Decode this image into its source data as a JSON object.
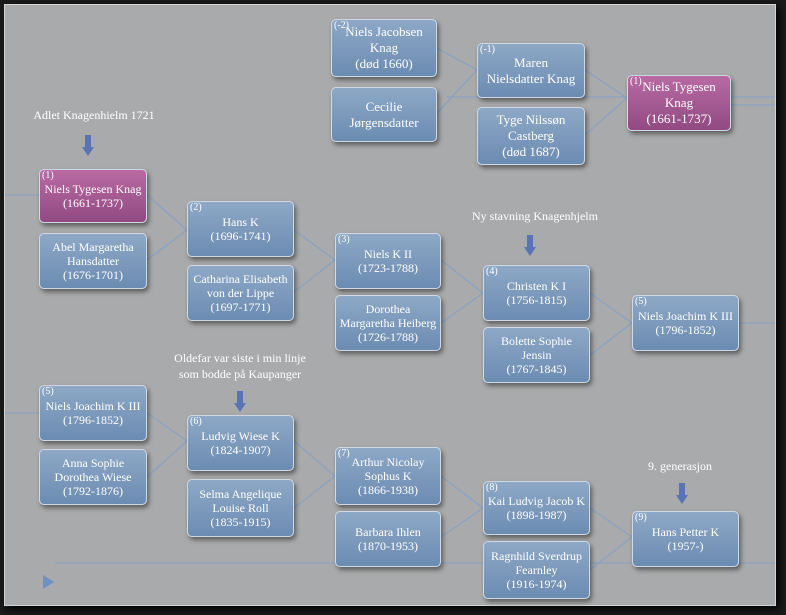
{
  "colors": {
    "box": "#7a98bd",
    "box_pink": "#a85896",
    "line": "#8aa3c0",
    "arrow": "#5a73b5",
    "background": "#a9aaab"
  },
  "notes": {
    "adlet": "Adlet Knagenhielm 1721",
    "stavning": "Ny stavning Knagenhjelm",
    "oldefar_1": "Oldefar var siste i min linje",
    "oldefar_2": "som bodde på Kaupanger",
    "generasjon": "9. generasjon"
  },
  "boxes": {
    "niels_jacobsen": {
      "gen": "(-2)",
      "lines": [
        "Niels Jacobsen",
        "Knag",
        "(død 1660)"
      ]
    },
    "cecilie": {
      "gen": "",
      "lines": [
        "Cecilie",
        "Jørgensdatter"
      ]
    },
    "maren": {
      "gen": "(-1)",
      "lines": [
        "Maren",
        "Nielsdatter Knag"
      ]
    },
    "tyge": {
      "gen": "",
      "lines": [
        "Tyge Nilssøn",
        "Castberg",
        "(død 1687)"
      ]
    },
    "niels_tygesen_top": {
      "gen": "(1)",
      "lines": [
        "Niels Tygesen",
        "Knag",
        "(1661-1737)"
      ]
    },
    "niels_tygesen": {
      "gen": "(1)",
      "lines": [
        "Niels Tygesen Knag",
        "(1661-1737)"
      ]
    },
    "abel": {
      "gen": "",
      "lines": [
        "Abel Margaretha",
        "Hansdatter",
        "(1676-1701)"
      ]
    },
    "hans": {
      "gen": "(2)",
      "lines": [
        "Hans K",
        "(1696-1741)"
      ]
    },
    "catharina": {
      "gen": "",
      "lines": [
        "Catharina Elisabeth",
        "von der Lippe",
        "(1697-1771)"
      ]
    },
    "niels_k2": {
      "gen": "(3)",
      "lines": [
        "Niels K II",
        "(1723-1788)"
      ]
    },
    "dorothea": {
      "gen": "",
      "lines": [
        "Dorothea",
        "Margaretha Heiberg",
        "(1726-1788)"
      ]
    },
    "christen": {
      "gen": "(4)",
      "lines": [
        "Christen K I",
        "(1756-1815)"
      ]
    },
    "bolette": {
      "gen": "",
      "lines": [
        "Bolette Sophie Jensin",
        "(1767-1845)"
      ]
    },
    "niels_joachim_a": {
      "gen": "(5)",
      "lines": [
        "Niels Joachim K III",
        "(1796-1852)"
      ]
    },
    "niels_joachim_b": {
      "gen": "(5)",
      "lines": [
        "Niels Joachim K III",
        "(1796-1852)"
      ]
    },
    "anna": {
      "gen": "",
      "lines": [
        "Anna Sophie",
        "Dorothea Wiese",
        "(1792-1876)"
      ]
    },
    "ludvig": {
      "gen": "(6)",
      "lines": [
        "Ludvig Wiese K",
        "(1824-1907)"
      ]
    },
    "selma": {
      "gen": "",
      "lines": [
        "Selma Angelique",
        "Louise Roll",
        "(1835-1915)"
      ]
    },
    "arthur": {
      "gen": "(7)",
      "lines": [
        "Arthur Nicolay",
        "Sophus K",
        "(1866-1938)"
      ]
    },
    "barbara": {
      "gen": "",
      "lines": [
        "Barbara Ihlen",
        "(1870-1953)"
      ]
    },
    "kai": {
      "gen": "(8)",
      "lines": [
        "Kai Ludvig Jacob K",
        "(1898-1987)"
      ]
    },
    "ragnhild": {
      "gen": "",
      "lines": [
        "Ragnhild Sverdrup",
        "Fearnley",
        "(1916-1974)"
      ]
    },
    "hans_petter": {
      "gen": "(9)",
      "lines": [
        "Hans Petter K",
        "(1957-)"
      ]
    }
  }
}
